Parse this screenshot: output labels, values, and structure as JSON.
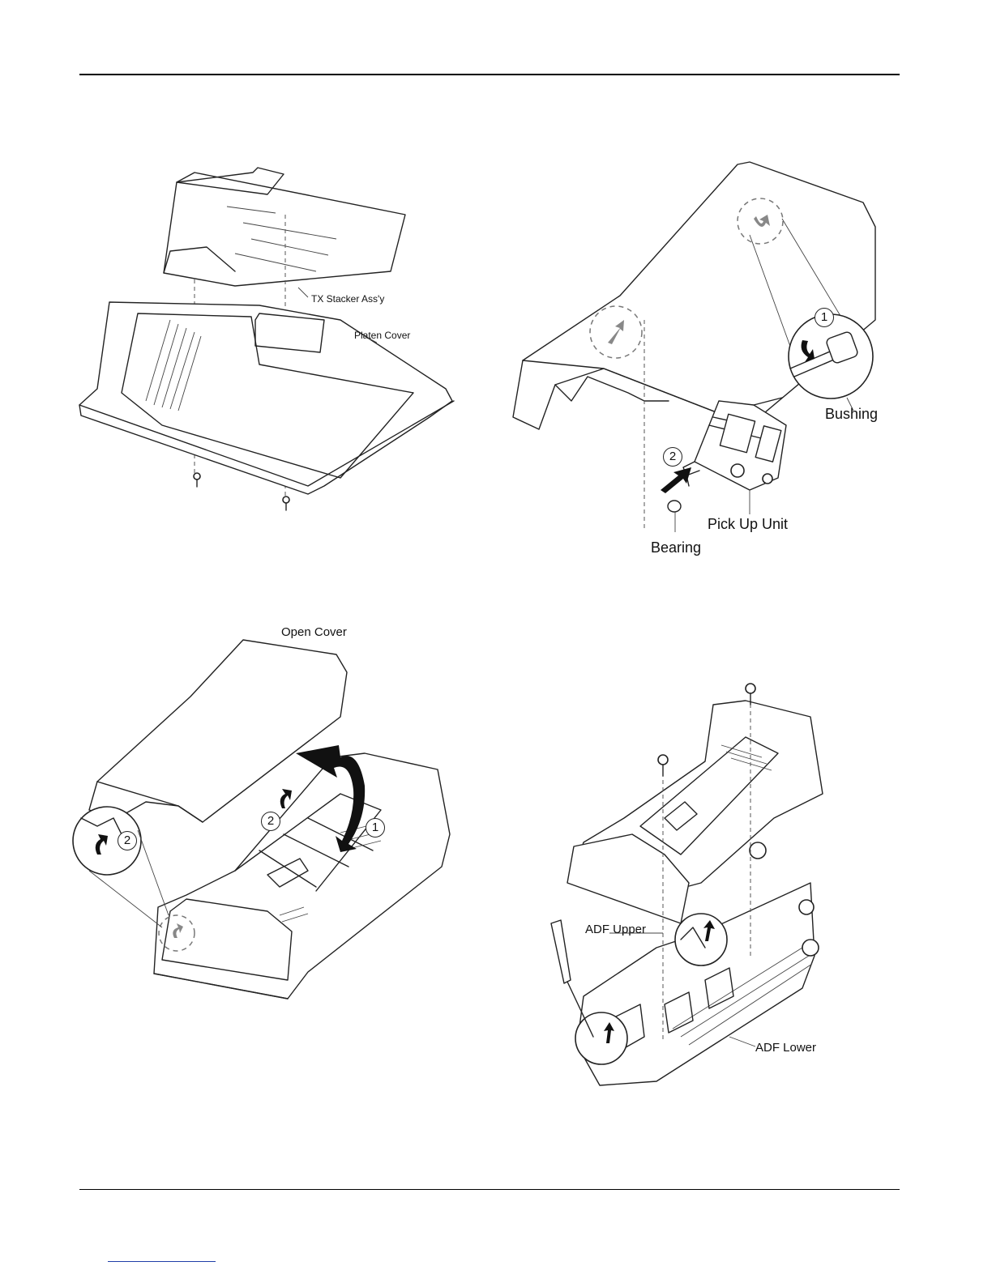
{
  "panels": {
    "stacker": {
      "tx_stacker": "TX Stacker Ass'y",
      "platen_cover": "Platen Cover"
    },
    "pickup": {
      "step1": "1",
      "step2": "2",
      "bushing": "Bushing",
      "pickup_unit": "Pick Up Unit",
      "bearing": "Bearing"
    },
    "open_cover": {
      "open_cover": "Open Cover",
      "step1": "1",
      "step2_upper": "2",
      "step2_detail": "2"
    },
    "adf": {
      "adf_upper": "ADF Upper",
      "adf_lower": "ADF Lower"
    }
  },
  "icons": [
    "screw-icon",
    "arrow-icon",
    "screwdriver-icon"
  ]
}
